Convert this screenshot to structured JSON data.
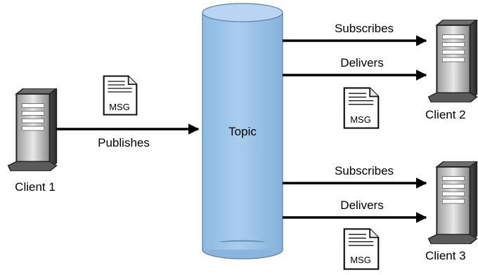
{
  "topic": {
    "label": "Topic",
    "fill_color": "#9dc3e6",
    "stroke_color": "#5b7fa8"
  },
  "clients": [
    {
      "id": "client-1",
      "label": "Client 1"
    },
    {
      "id": "client-2",
      "label": "Client 2"
    },
    {
      "id": "client-3",
      "label": "Client 3"
    }
  ],
  "arrows": {
    "publishes": "Publishes",
    "subscribes_2": "Subscribes",
    "delivers_2": "Delivers",
    "subscribes_3": "Subscribes",
    "delivers_3": "Delivers"
  },
  "messages": [
    {
      "id": "msg-published",
      "label": "MSG",
      "icon": "document-icon"
    },
    {
      "id": "msg-delivered-2",
      "label": "MSG",
      "icon": "document-icon"
    },
    {
      "id": "msg-delivered-3",
      "label": "MSG",
      "icon": "document-icon"
    }
  ],
  "icons": {
    "server": "server-tower-icon",
    "document": "document-icon"
  }
}
